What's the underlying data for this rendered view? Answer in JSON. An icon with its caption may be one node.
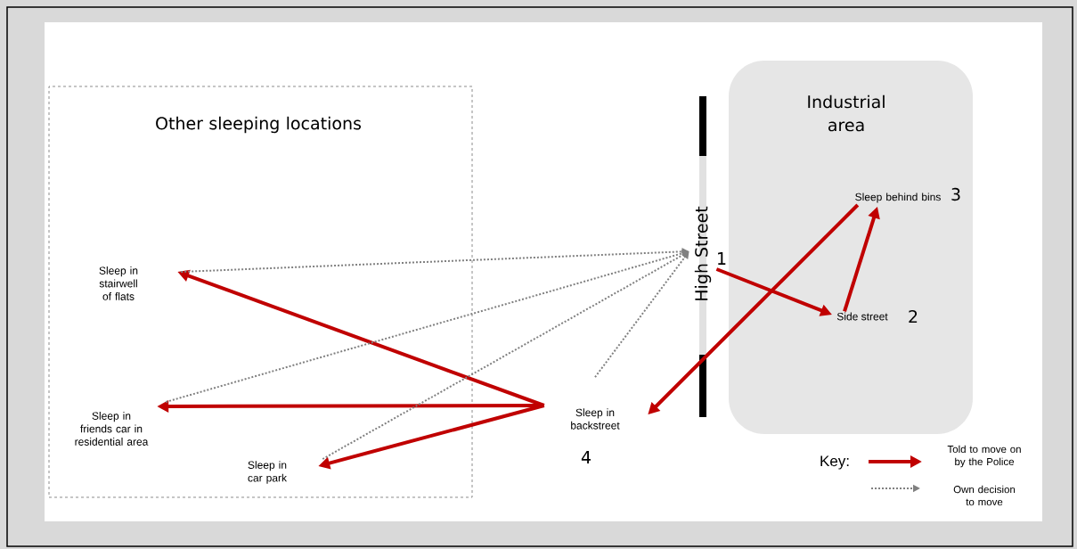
{
  "diagram": {
    "nodes": [
      {
        "text": [
          "Other sleeping locations"
        ]
      },
      {
        "text": [
          "Sleep in stairwell of flats"
        ],
        "in": 0
      },
      {
        "text": [
          "Sleep in friends car in residential area"
        ],
        "in": 0
      },
      {
        "text": [
          "Sleep in car park"
        ],
        "in": 0
      },
      {
        "text": [
          "Industrial area"
        ]
      },
      {
        "text": [
          "Sleep behind bins"
        ],
        "beside": [
          "3"
        ],
        "in": 4
      },
      {
        "text": [
          "Side street"
        ],
        "beside": [
          "2"
        ],
        "in": 4
      },
      {
        "text": [
          "Sleep in backstreet"
        ],
        "beside": [
          "4"
        ]
      },
      {
        "text": [
          "High Street"
        ],
        "beside": [
          "1"
        ]
      }
    ],
    "edges": [
      {
        "from": 8,
        "to": 6,
        "arrow": "to"
      },
      {
        "from": 6,
        "to": 5,
        "arrow": "to"
      },
      {
        "from": 5,
        "to": 7,
        "arrow": "to"
      },
      {
        "from": 7,
        "to": 1,
        "arrow": "to"
      },
      {
        "from": 7,
        "to": 2,
        "arrow": "to"
      },
      {
        "from": 7,
        "to": 3,
        "arrow": "to"
      },
      {
        "from": 1,
        "to": 8,
        "arrow": "to",
        "style": "dashed",
        "color": "#808080"
      },
      {
        "from": 2,
        "to": 8,
        "arrow": "to",
        "style": "dashed",
        "color": "#808080"
      },
      {
        "from": 3,
        "to": 8,
        "arrow": "to",
        "style": "dashed",
        "color": "#808080"
      },
      {
        "from": 7,
        "to": 8,
        "arrow": "to",
        "style": "dashed",
        "color": "#808080"
      }
    ],
    "labels": [
      "Key:"
    ],
    "legend": [
      {
        "text": "Told to move on by the Police"
      },
      {
        "text": "Own decision to move"
      }
    ]
  }
}
